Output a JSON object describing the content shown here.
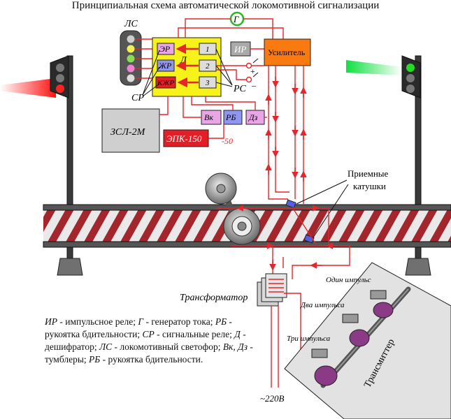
{
  "title": "Принципиальная схема автоматической локомотивной сигнализации",
  "labels": {
    "ls": "ЛС",
    "generator": "Г",
    "ir_box": "ИР",
    "amplifier": "Усилитель",
    "er": "ЭР",
    "zhr": "ЖР",
    "kzhr": "КЖР",
    "d": "Д",
    "sr": "СР",
    "rs": "РС",
    "contact_1": "1",
    "contact_2": "2",
    "contact_3": "3",
    "zsl": "ЗСЛ-2М",
    "epk": "ЭПК-150",
    "vk": "Вк",
    "rb": "РБ",
    "dz": "Дз",
    "minus50": "-50",
    "plus": "+",
    "minus": "–",
    "receiving_coils_1": "Приемные",
    "receiving_coils_2": "катушки",
    "transformer": "Трансформатор",
    "one_pulse": "Один импульс",
    "two_pulses": "Два импульса",
    "three_pulses": "Три импульса",
    "transmitter": "Трансмиттер",
    "v220": "~220В"
  },
  "legend": {
    "t1": "ИР",
    "d1": " - импульсное реле; ",
    "t2": "Г",
    "d2": " - генератор тока; ",
    "t3": "РБ",
    "d3": " - рукоятка бдительности; ",
    "t4": "СР",
    "d4": " - сигнальные реле; ",
    "t5": "Д",
    "d5": " - дешифратор; ",
    "t6": "ЛС",
    "d6": " - локомотивный светофор; ",
    "t7": "Вк, Дз",
    "d7": " - тумблеры; ",
    "t8": "РБ",
    "d8": " - рукоятка бдительности."
  },
  "colors": {
    "wire": "#e8252a",
    "decoder_fill": "#f6f21a",
    "amplifier_fill": "#f97a10",
    "epk_fill": "#e41e26",
    "rail_stripe": "#a3262c",
    "transmitter_bg": "#e2e2e2",
    "cam": "#8b3a86",
    "blue_box": "#8f96f0",
    "pink_box": "#e9a5e6",
    "signal_red": "#ff0000",
    "signal_green": "#00dd33",
    "gen_green": "#22bb22"
  }
}
